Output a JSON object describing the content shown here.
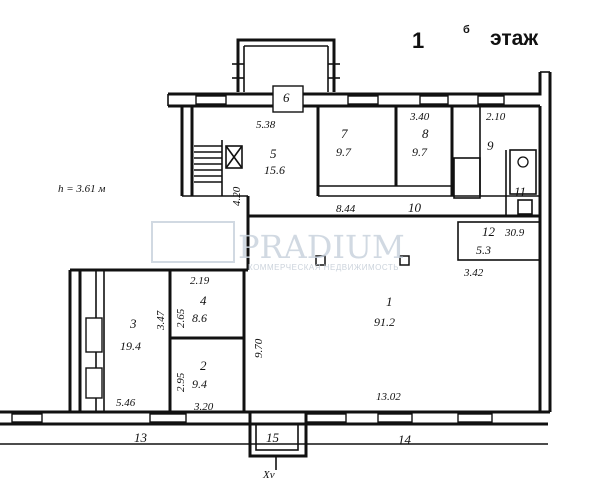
{
  "header": {
    "floor_number": "1",
    "floor_word": "этаж"
  },
  "ceiling_height": "h = 3.61 м",
  "watermark": {
    "brand": "PRADIUM",
    "tagline": "КОММЕРЧЕСКАЯ НЕДВИЖИМОСТЬ"
  },
  "rooms": [
    {
      "id": "1",
      "area": "91.2"
    },
    {
      "id": "2",
      "area": "9.4"
    },
    {
      "id": "3",
      "area": "19.4"
    },
    {
      "id": "4",
      "area": "8.6"
    },
    {
      "id": "5",
      "area": "15.6"
    },
    {
      "id": "6",
      "area": ""
    },
    {
      "id": "7",
      "area": "9.7"
    },
    {
      "id": "8",
      "area": "9.7"
    },
    {
      "id": "9",
      "area": ""
    },
    {
      "id": "10",
      "area": ""
    },
    {
      "id": "11",
      "area": ""
    },
    {
      "id": "12",
      "area": "5.3"
    },
    {
      "id": "13",
      "area": ""
    },
    {
      "id": "14",
      "area": ""
    },
    {
      "id": "15",
      "area": ""
    }
  ],
  "dimensions": {
    "d_5_38": "5.38",
    "d_3_40": "3.40",
    "d_2_10": "2.10",
    "d_4_20": "4.20",
    "d_8_44": "8.44",
    "d_30_9": "30.9",
    "d_3_42": "3.42",
    "d_2_19": "2.19",
    "d_2_65": "2.65",
    "d_3_47": "3.47",
    "d_2_95": "2.95",
    "d_9_70": "9.70",
    "d_5_46": "5.46",
    "d_3_20": "3.20",
    "d_13_02": "13.02"
  },
  "section_mark": "Xv"
}
